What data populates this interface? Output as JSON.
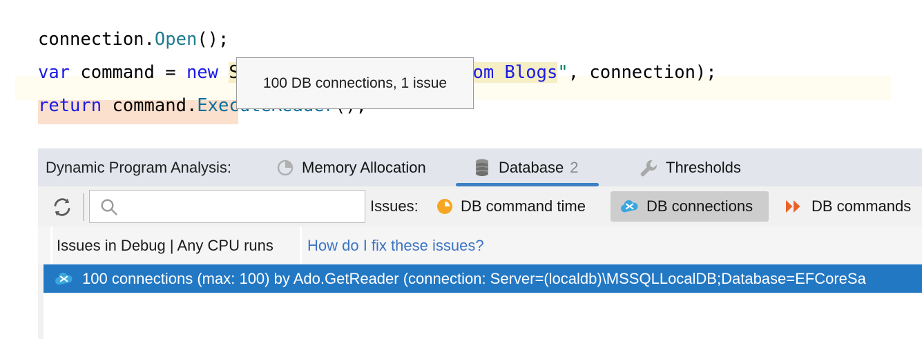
{
  "editor": {
    "lines": [
      {
        "id": "line-1",
        "plain": "connection.Open();",
        "parts": [
          {
            "t": "connection.",
            "c": "plain"
          },
          {
            "t": "Open",
            "c": "type"
          },
          {
            "t": "();",
            "c": "plain"
          }
        ]
      },
      {
        "id": "line-2",
        "plain": "var command = new SqlCommand(\"select * from Blogs\", connection);",
        "parts": [
          {
            "t": "var ",
            "c": "kw"
          },
          {
            "t": "command = ",
            "c": "plain"
          },
          {
            "t": "new ",
            "c": "kw"
          },
          {
            "t": "SqlCommand(",
            "c": "plain"
          },
          {
            "t": "\"",
            "c": "q"
          },
          {
            "t": "select * from Blogs",
            "c": "str"
          },
          {
            "t": "\"",
            "c": "q"
          },
          {
            "t": ", connection);",
            "c": "plain"
          }
        ]
      },
      {
        "id": "line-3",
        "plain": "return command.ExecuteReader();",
        "parts": [
          {
            "t": "return ",
            "c": "kw"
          },
          {
            "t": "command.",
            "c": "plain"
          },
          {
            "t": "ExecuteReader",
            "c": "cls"
          },
          {
            "t": "();",
            "c": "plain"
          }
        ]
      }
    ]
  },
  "tooltip": {
    "text": "100 DB connections, 1 issue"
  },
  "panel": {
    "tabstrip": {
      "title": "Dynamic Program Analysis:",
      "tabs": [
        {
          "label": "Memory Allocation",
          "count": "",
          "icon": "pie-chart-icon",
          "selected": false
        },
        {
          "label": "Database",
          "count": "2",
          "icon": "database-icon",
          "selected": true
        },
        {
          "label": "Thresholds",
          "count": "",
          "icon": "wrench-icon",
          "selected": false
        }
      ]
    },
    "toolbar": {
      "refresh_title": "Refresh",
      "search_value": "",
      "search_placeholder": "",
      "issues_label": "Issues:",
      "chips": [
        {
          "label": "DB command time",
          "icon": "clock-icon",
          "selected": false
        },
        {
          "label": "DB connections",
          "icon": "db-connection-icon",
          "selected": true
        },
        {
          "label": "DB commands",
          "icon": "double-chevron-icon",
          "selected": false
        }
      ]
    },
    "subrow": {
      "scope_text": "Issues in Debug | Any CPU runs",
      "help_link": "How do I fix these issues?"
    },
    "results": [
      {
        "icon": "db-connection-icon",
        "text": "100 connections (max: 100) by Ado.GetReader (connection: Server=(localdb)\\MSSQLLocalDB;Database=EFCoreSa",
        "selected": true
      }
    ]
  },
  "colors": {
    "accent_blue": "#2378c4",
    "tab_underline": "#3c7fc4",
    "link_blue": "#3b74c4",
    "chip_selected_bg": "#cdcdcd",
    "warn_orange": "#f5a623",
    "chevron_orange": "#e8622a",
    "cloud_blue": "#39a7e0",
    "highlight_peach": "#fbe0cd",
    "highlight_cream": "#fffcf0",
    "highlight_yellow": "#f6eec4"
  }
}
